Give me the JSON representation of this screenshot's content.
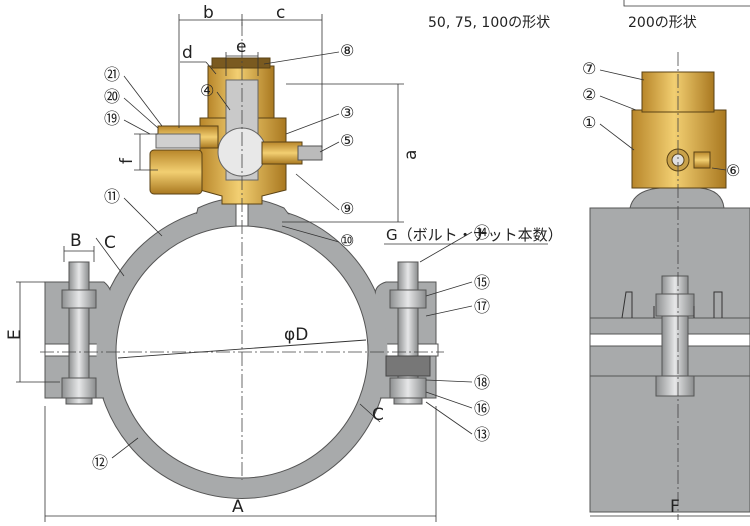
{
  "captions": {
    "small_sizes": "50, 75, 100の形状",
    "large_size": "200の形状"
  },
  "dimensions": {
    "A": "A",
    "B": "B",
    "C": "C",
    "D": "φD",
    "E": "E",
    "F": "F",
    "G": "G（ボルト・ナット本数）",
    "a": "a",
    "b": "b",
    "c": "c",
    "d": "d",
    "e": "e",
    "f": "f"
  },
  "parts": {
    "p1": "①",
    "p2": "②",
    "p3": "③",
    "p4": "④",
    "p5": "⑤",
    "p6": "⑥",
    "p7": "⑦",
    "p8": "⑧",
    "p9": "⑨",
    "p10": "⑩",
    "p11": "⑪",
    "p12": "⑫",
    "p13": "⑬",
    "p14": "⑭",
    "p15": "⑮",
    "p16": "⑯",
    "p17": "⑰",
    "p18": "⑱",
    "p19": "⑲",
    "p20": "⑳",
    "p21": "㉑"
  },
  "colors": {
    "body_gray": "#a8aaab",
    "brass": "#d9ab4e",
    "outline": "#333333"
  }
}
